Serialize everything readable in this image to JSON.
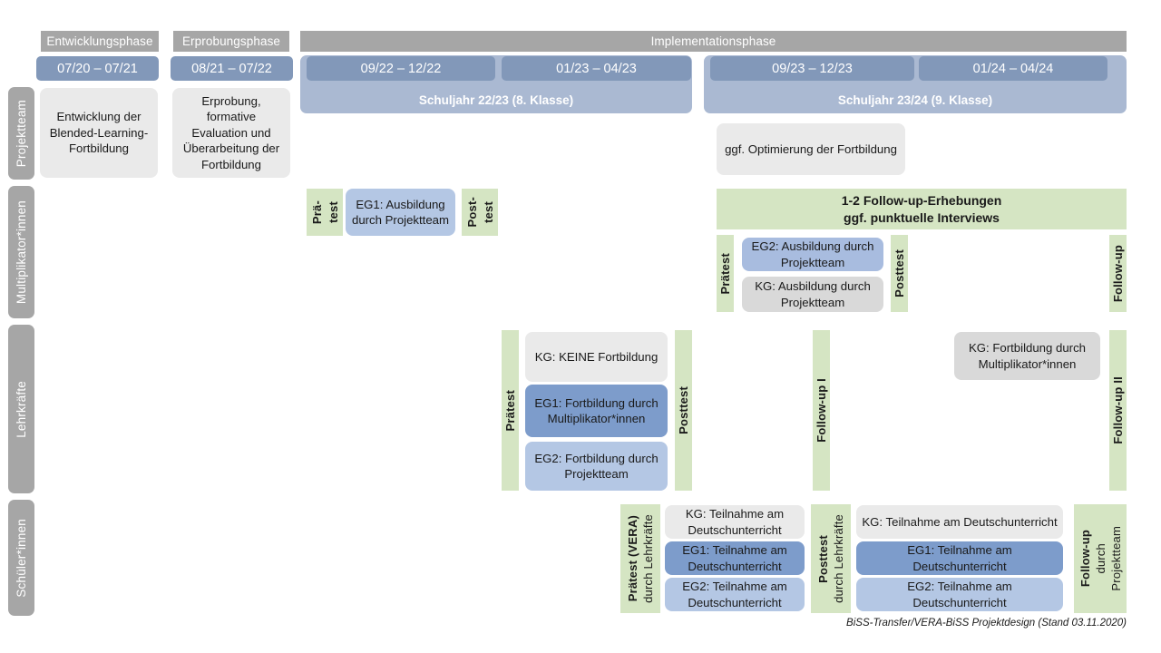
{
  "figure": {
    "footer": "BiSS-Transfer/VERA-BiSS Projektdesign (Stand 03.11.2020)"
  },
  "colors": {
    "phase_grey": "#a6a6a6",
    "date_blue": "#8298b9",
    "schuljahr_blue": "#aab9d2",
    "card_grey": "#eaeaea",
    "card_grey_dark": "#d9d9d9",
    "card_blue_dark": "#7d9ccb",
    "card_blue_mid": "#a8bcdf",
    "card_blue_light": "#b4c7e4",
    "measure_green": "#d5e5c3"
  },
  "phases": [
    {
      "label": "Entwicklungsphase"
    },
    {
      "label": "Erprobungsphase"
    },
    {
      "label": "Implementationsphase"
    }
  ],
  "periods": [
    {
      "label": "07/20 – 07/21"
    },
    {
      "label": "08/21 – 07/22"
    },
    {
      "label": "09/22 – 12/22"
    },
    {
      "label": "01/23 – 04/23"
    },
    {
      "label": "09/23 – 12/23"
    },
    {
      "label": "01/24 – 04/24"
    }
  ],
  "schuljahre": [
    {
      "label": "Schuljahr 22/23 (8. Klasse)"
    },
    {
      "label": "Schuljahr 23/24 (9. Klasse)"
    }
  ],
  "roles": [
    {
      "label": "Projektteam"
    },
    {
      "label": "Multiplikator*innen"
    },
    {
      "label": "Lehrkräfte"
    },
    {
      "label": "Schüler*innen"
    }
  ],
  "projektteam": {
    "entwicklung": "Entwicklung der Blended-Learning-Fortbildung",
    "erprobung": "Erprobung, formative Evaluation und Überarbeitung der Fortbildung",
    "optimierung": "ggf. Optimierung der Fortbildung"
  },
  "multiplikator": {
    "praetest_1": "Prä-",
    "praetest_2": "test",
    "posttest_1": "Post-",
    "posttest_2": "test",
    "eg1": "EG1: Ausbildung durch Projektteam",
    "followup_banner_l1": "1-2 Follow-up-Erhebungen",
    "followup_banner_l2": "ggf. punktuelle Interviews",
    "praetest_2324": "Prätest",
    "posttest_2324": "Posttest",
    "followup_2324": "Follow-up",
    "eg2": "EG2: Ausbildung durch Projektteam",
    "kg": "KG: Ausbildung durch Projektteam"
  },
  "lehrkraefte": {
    "praetest": "Prätest",
    "posttest": "Posttest",
    "followup_1": "Follow-up I",
    "followup_2": "Follow-up II",
    "kg_keine": "KG:  KEINE Fortbildung",
    "eg1": "EG1: Fortbildung durch Multiplikator*innen",
    "eg2": "EG2: Fortbildung durch Projektteam",
    "kg_fortbildung": "KG: Fortbildung durch Multiplikator*innen"
  },
  "schueler": {
    "praetest_bold": "Prätest (VERA)",
    "praetest_reg": "durch Lehrkräfte",
    "posttest_bold": "Posttest",
    "posttest_reg": "durch Lehrkräfte",
    "followup_bold": "Follow-up",
    "followup_reg1": "durch",
    "followup_reg2": "Projektteam",
    "kg_left": "KG: Teilnahme am Deutschunterricht",
    "eg1_left": "EG1: Teilnahme am Deutschunterricht",
    "eg2_left": "EG2: Teilnahme am Deutschunterricht",
    "kg_right": "KG: Teilnahme am Deutschunterricht",
    "eg1_right": "EG1: Teilnahme am Deutschunterricht",
    "eg2_right": "EG2: Teilnahme am Deutschunterricht"
  }
}
